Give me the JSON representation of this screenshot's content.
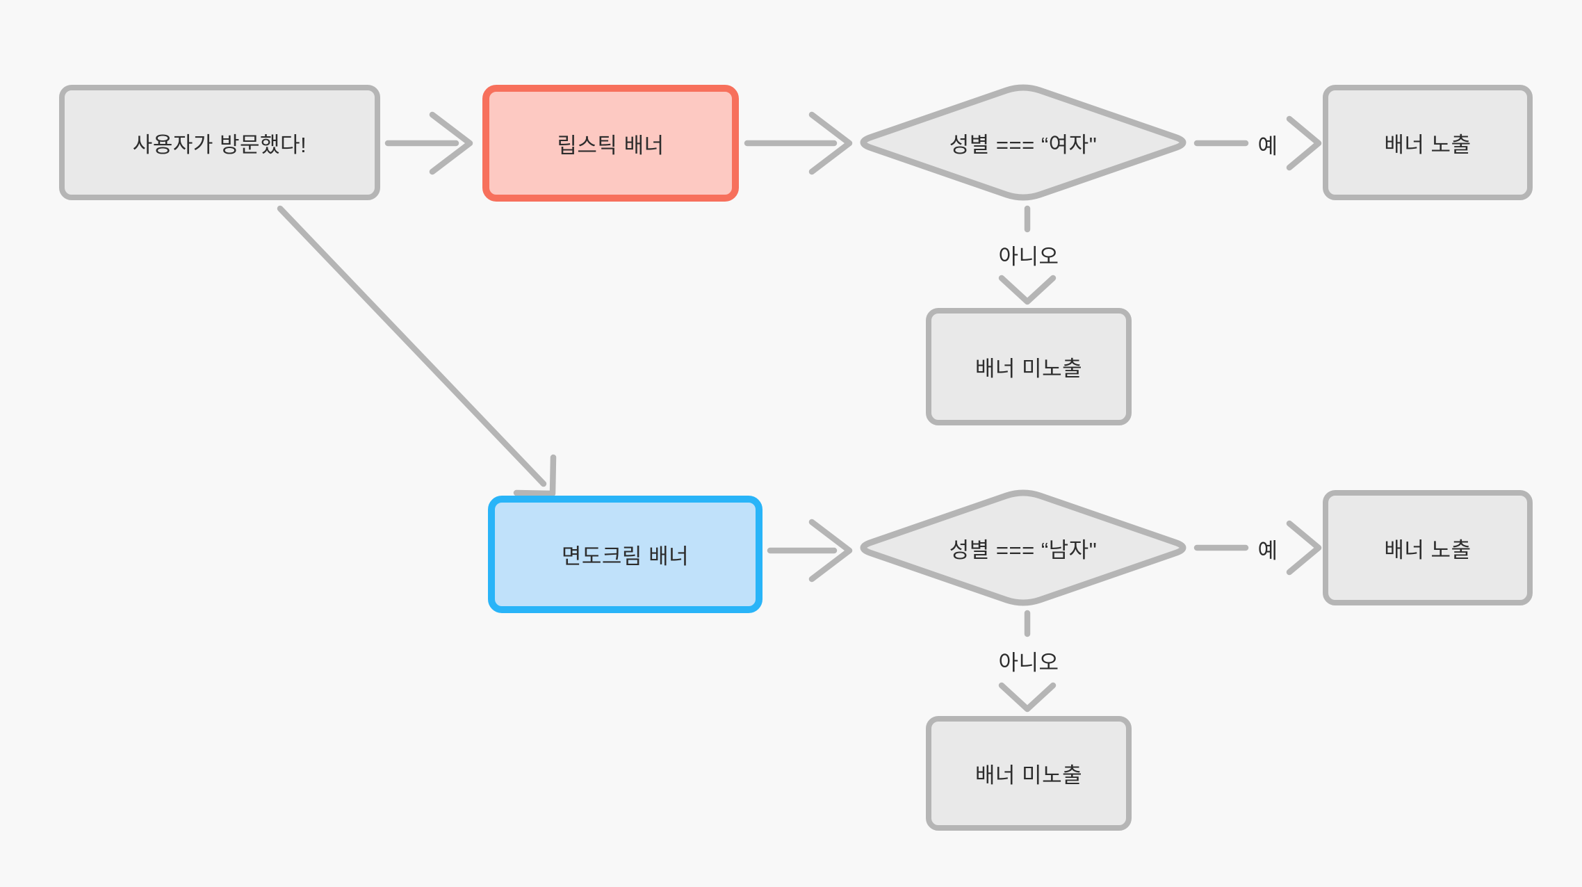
{
  "palette": {
    "background": "#f8f8f8",
    "node_fill": "#e9e9e9",
    "node_border": "#b5b5b5",
    "arrow": "#b5b5b5",
    "red_border": "#f7705c",
    "red_fill": "#fdc9c2",
    "blue_border": "#29b4f8",
    "blue_fill": "#c0e1fa",
    "text": "#2d2d2d"
  },
  "flowchart": {
    "nodes": [
      {
        "id": "user-visited",
        "type": "rect",
        "label": "사용자가 방문했다!"
      },
      {
        "id": "lipstick-banner",
        "type": "rect",
        "accent": "red",
        "label": "립스틱 배너"
      },
      {
        "id": "gender-female-check",
        "type": "diamond",
        "label": "성별 === “여자\""
      },
      {
        "id": "banner-shown-female",
        "type": "rect",
        "label": "배너 노출"
      },
      {
        "id": "banner-hidden-female",
        "type": "rect",
        "label": "배너 미노출"
      },
      {
        "id": "shaving-cream-banner",
        "type": "rect",
        "accent": "blue",
        "label": "면도크림 배너"
      },
      {
        "id": "gender-male-check",
        "type": "diamond",
        "label": "성별 === “남자\""
      },
      {
        "id": "banner-shown-male",
        "type": "rect",
        "label": "배너 노출"
      },
      {
        "id": "banner-hidden-male",
        "type": "rect",
        "label": "배너 미노출"
      }
    ],
    "edge_labels": {
      "yes": "예",
      "no": "아니오"
    }
  }
}
